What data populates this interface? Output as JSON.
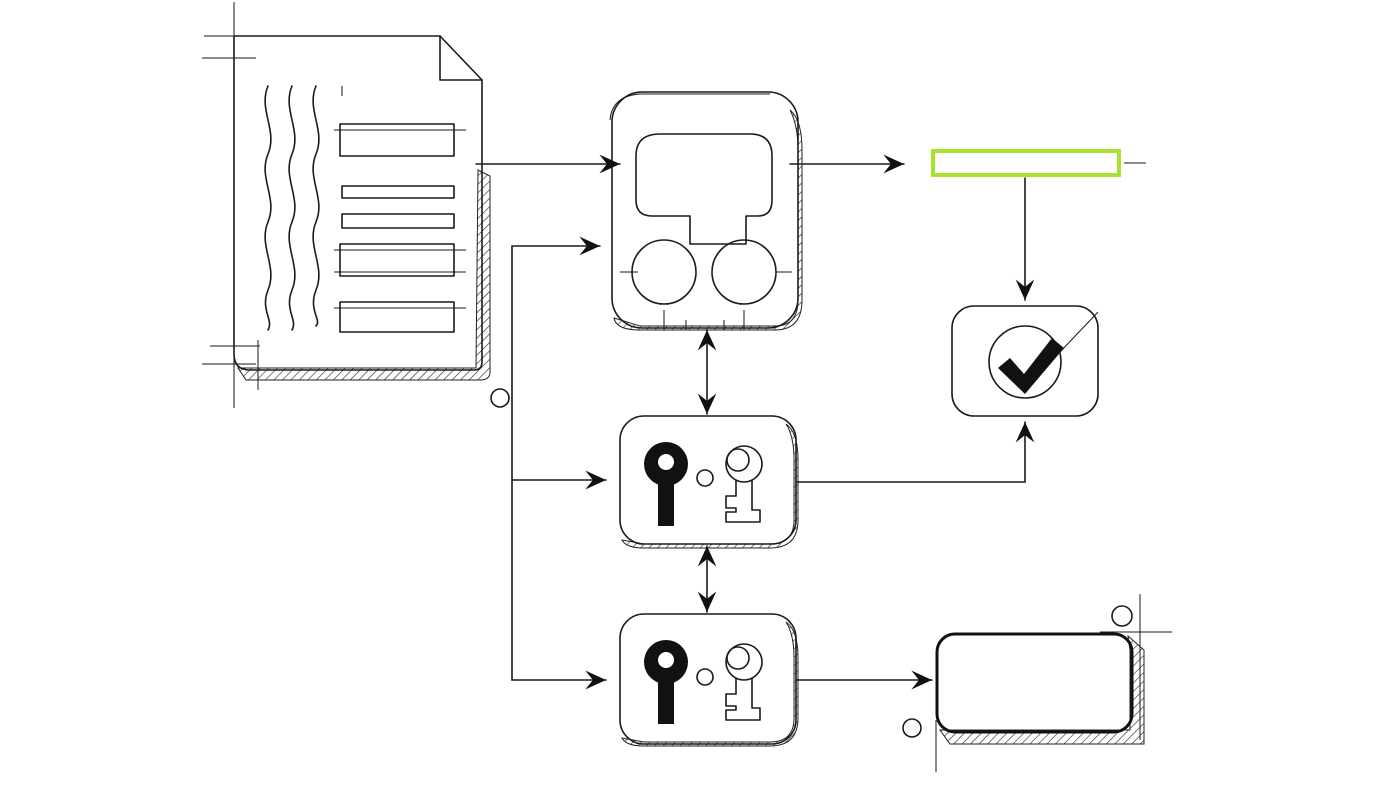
{
  "diagram": {
    "nodes": [
      {
        "id": "document",
        "icon": "document-icon"
      },
      {
        "id": "processor",
        "icon": "processor-chip-icon"
      },
      {
        "id": "output-field",
        "icon": "highlighted-field-icon"
      },
      {
        "id": "verification",
        "icon": "checkmark-icon"
      },
      {
        "id": "keypair-top",
        "icon": "key-pair-icon"
      },
      {
        "id": "keypair-bottom",
        "icon": "key-pair-icon"
      },
      {
        "id": "output-box",
        "icon": "empty-box-icon"
      }
    ],
    "edges": [
      {
        "from": "document",
        "to": "processor"
      },
      {
        "from": "document",
        "to": "keypair-top"
      },
      {
        "from": "document",
        "to": "keypair-bottom"
      },
      {
        "from": "processor",
        "to": "output-field"
      },
      {
        "from": "output-field",
        "to": "verification"
      },
      {
        "from": "processor",
        "to": "keypair-top",
        "bidirectional": true
      },
      {
        "from": "keypair-top",
        "to": "keypair-bottom",
        "bidirectional": true
      },
      {
        "from": "keypair-top",
        "to": "verification"
      },
      {
        "from": "keypair-bottom",
        "to": "output-box"
      }
    ]
  },
  "colors": {
    "ink": "#1a1a1a",
    "highlight": "#a6e22e",
    "background": "#ffffff"
  }
}
